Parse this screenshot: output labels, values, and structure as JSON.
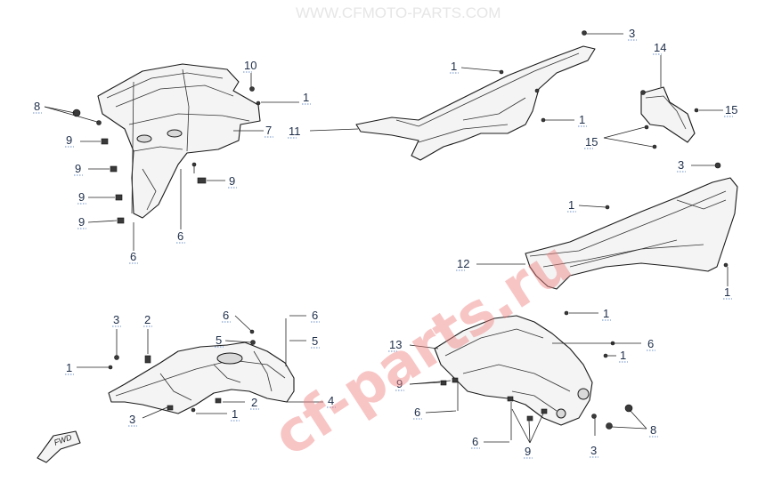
{
  "diagram": {
    "callouts": {
      "c_left_8": "8",
      "c_left_9a": "9",
      "c_left_9b": "9",
      "c_left_9c": "9",
      "c_left_9d": "9",
      "c_left_9e": "9",
      "c_left_10": "10",
      "c_left_1": "1",
      "c_left_7": "7",
      "c_left_6a": "6",
      "c_left_6b": "6",
      "c_11": "11",
      "c_top_1a": "1",
      "c_top_3": "3",
      "c_top_1b": "1",
      "c_14": "14",
      "c_15a": "15",
      "c_15b": "15",
      "c_right_3": "3",
      "c_right_1a": "1",
      "c_12": "12",
      "c_right_1b": "1",
      "c_right_1c": "1",
      "c_low_3": "3",
      "c_low_2a": "2",
      "c_low_1a": "1",
      "c_low_6a": "6",
      "c_low_6b": "6",
      "c_low_5a": "5",
      "c_low_5b": "5",
      "c_low_4": "4",
      "c_low_2b": "2",
      "c_low_1b": "1",
      "c_low_3b": "3",
      "c_13": "13",
      "c_br_6a": "6",
      "c_br_1": "1",
      "c_br_9a": "9",
      "c_br_6b": "6",
      "c_br_6c": "6",
      "c_br_9b": "9",
      "c_br_3": "3",
      "c_br_8": "8"
    },
    "fwd_label": "FWD"
  },
  "watermark": {
    "text": "cf-parts.ru",
    "top_text": "WWW.CFMOTO-PARTS.COM",
    "color": "#f08080"
  }
}
